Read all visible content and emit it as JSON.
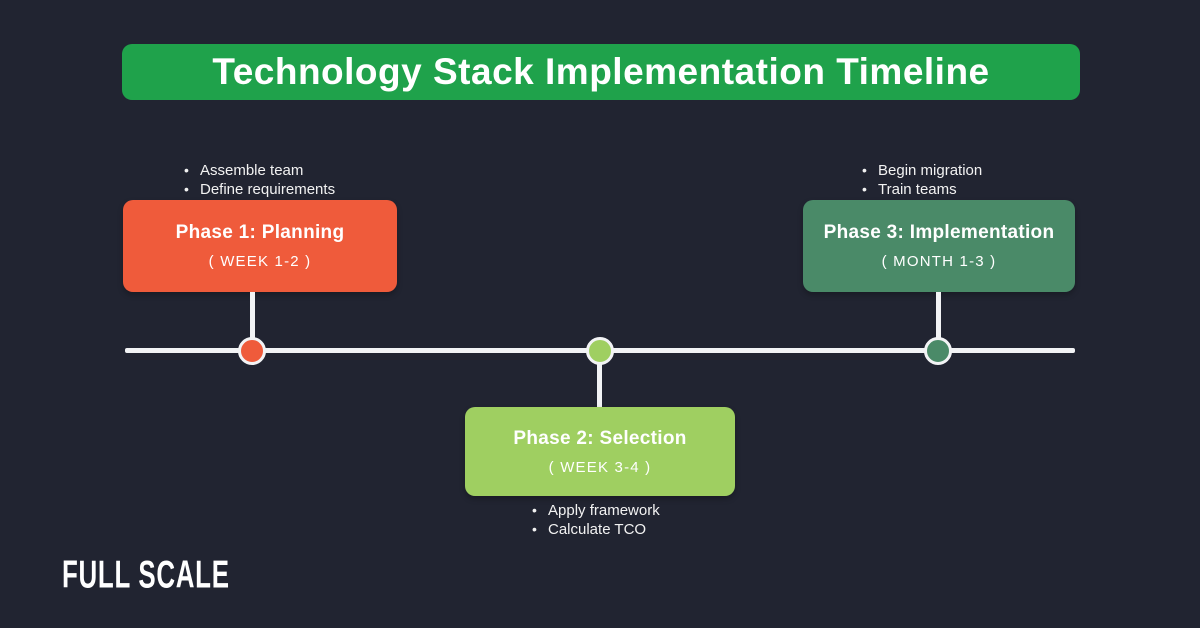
{
  "background_color": "#212431",
  "title_banner": {
    "label": "Technology Stack Implementation Timeline",
    "bg_color": "#1fa24b",
    "text_color": "#ffffff"
  },
  "timeline": {
    "line_color": "#f2f3f5",
    "phases": [
      {
        "id": "phase-1",
        "title": "Phase 1: Planning",
        "period": "( WEEK 1-2 )",
        "color": "#ef5b3b",
        "position": "above-line",
        "bullets": [
          "Assemble team",
          "Define requirements"
        ]
      },
      {
        "id": "phase-2",
        "title": "Phase 2: Selection",
        "period": "( WEEK 3-4 )",
        "color": "#9fcf61",
        "position": "below-line",
        "bullets": [
          "Apply framework",
          "Calculate TCO"
        ]
      },
      {
        "id": "phase-3",
        "title": "Phase 3: Implementation",
        "period": "( MONTH 1-3 )",
        "color": "#4a8a68",
        "position": "above-line",
        "bullets": [
          "Begin migration",
          "Train teams"
        ]
      }
    ]
  },
  "footer": {
    "logo_text": "FULL SCALE",
    "color": "#ffffff"
  },
  "bullet_glyph": "•"
}
